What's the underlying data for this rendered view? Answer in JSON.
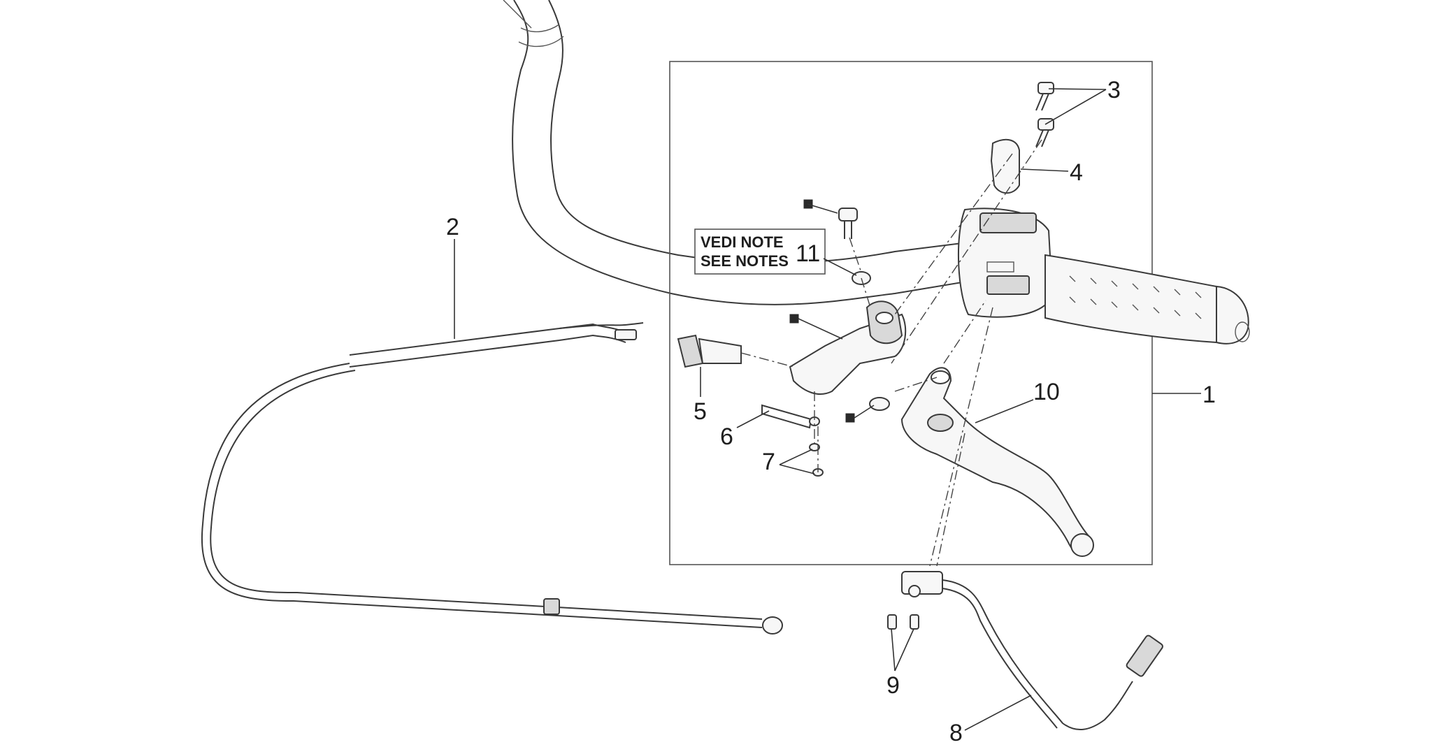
{
  "note_box": {
    "line1": "VEDI NOTE",
    "line2": "SEE NOTES"
  },
  "callouts": [
    {
      "id": "1",
      "label": "1"
    },
    {
      "id": "2",
      "label": "2"
    },
    {
      "id": "3",
      "label": "3"
    },
    {
      "id": "4",
      "label": "4"
    },
    {
      "id": "5",
      "label": "5"
    },
    {
      "id": "6",
      "label": "6"
    },
    {
      "id": "7",
      "label": "7"
    },
    {
      "id": "8",
      "label": "8"
    },
    {
      "id": "9",
      "label": "9"
    },
    {
      "id": "10",
      "label": "10"
    },
    {
      "id": "11",
      "label": "11"
    }
  ],
  "colors": {
    "line": "#3a3a3a",
    "marker": "#2a2a2a",
    "background": "#ffffff"
  }
}
